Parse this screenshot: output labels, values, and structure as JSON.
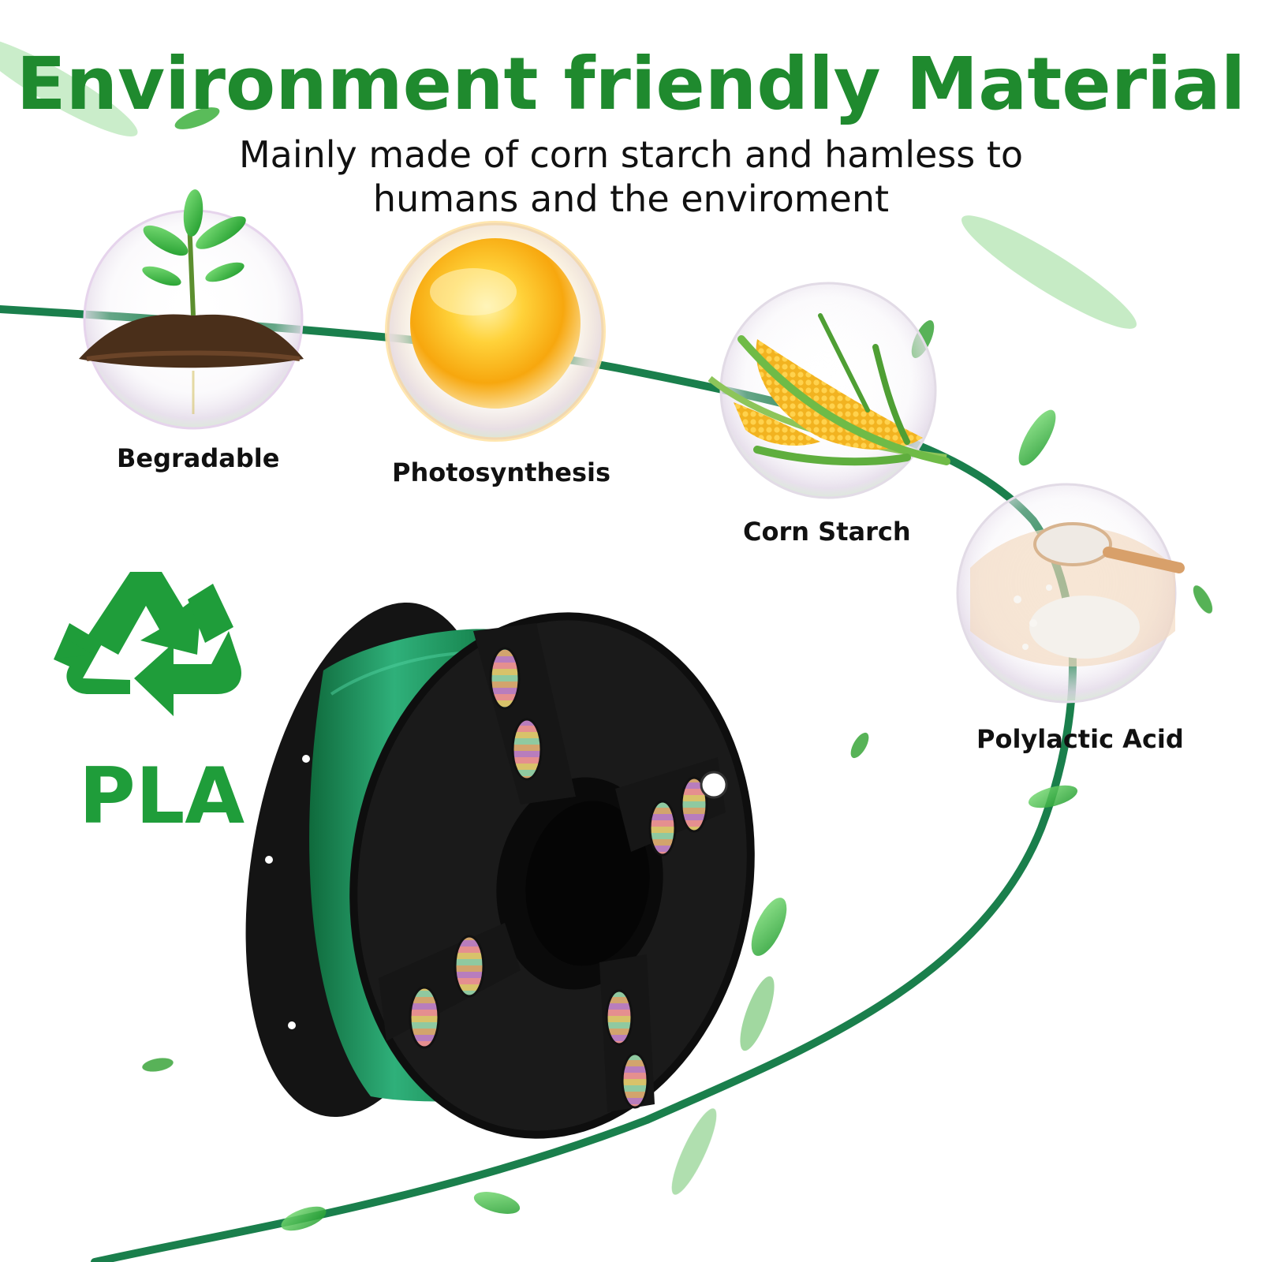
{
  "header": {
    "title": "Environment friendly Material",
    "subtitle_line1": "Mainly made of corn starch and hamless to",
    "subtitle_line2": "humans and the enviroment"
  },
  "features": [
    {
      "label": "Begradable",
      "icon": "sprout-in-soil-icon"
    },
    {
      "label": "Photosynthesis",
      "icon": "sun-icon"
    },
    {
      "label": "Corn Starch",
      "icon": "corn-cob-icon"
    },
    {
      "label": "Polylactic Acid",
      "icon": "pla-granules-icon"
    }
  ],
  "badge": {
    "label": "PLA",
    "icon": "recycle-icon"
  },
  "colors": {
    "brand_green": "#1f8a2e",
    "filament_green": "#1a7f4c",
    "recycle_green": "#1f9d3a",
    "spool_black": "#111111"
  }
}
